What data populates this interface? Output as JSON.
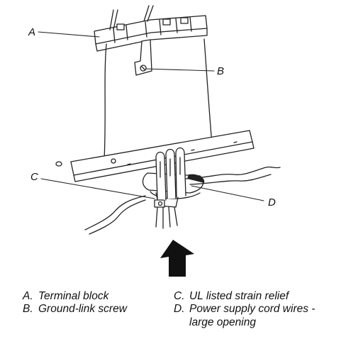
{
  "figure": {
    "callouts": [
      {
        "letter": "A",
        "label": "Terminal block"
      },
      {
        "letter": "B",
        "label": "Ground-link screw"
      },
      {
        "letter": "C",
        "label": "UL listed strain relief"
      },
      {
        "letter": "D",
        "label": "Power supply cord wires - large opening"
      }
    ]
  },
  "legend": {
    "a_key": "A.",
    "a_text": "Terminal block",
    "b_key": "B.",
    "b_text": "Ground-link screw",
    "c_key": "C.",
    "c_text": "UL listed strain relief",
    "d_key": "D.",
    "d_text_line1": "Power supply cord wires -",
    "d_text_line2": "large opening"
  }
}
